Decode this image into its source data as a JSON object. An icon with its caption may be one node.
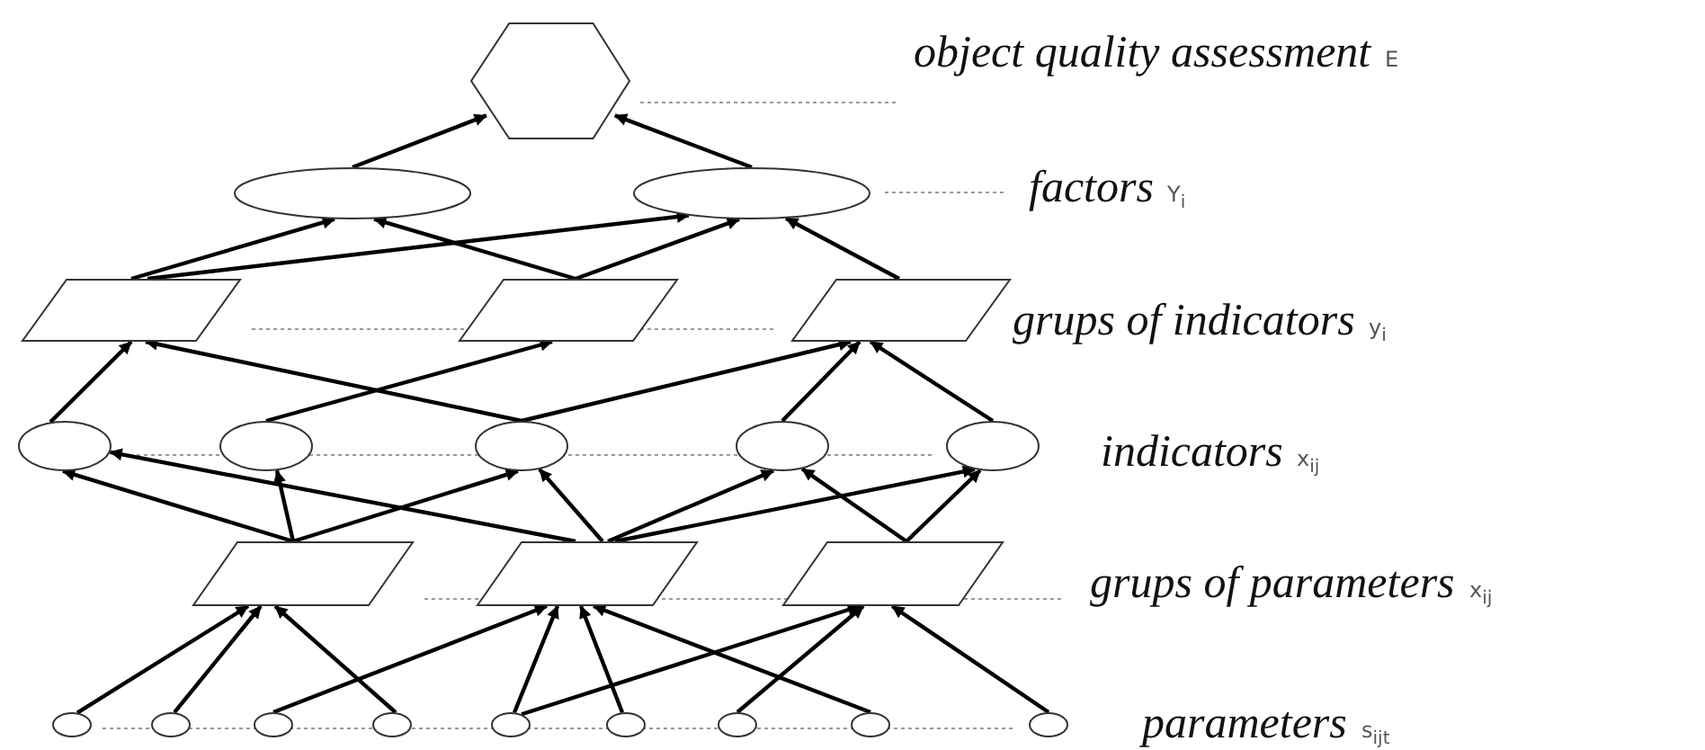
{
  "diagram": {
    "nodes": [
      {
        "text": [],
        "shape": "hexagon"
      },
      {
        "text": [],
        "shape": "ellipse"
      },
      {
        "text": [],
        "shape": "ellipse"
      },
      {
        "text": [],
        "shape": "parallelogram"
      },
      {
        "text": [],
        "shape": "parallelogram"
      },
      {
        "text": [],
        "shape": "parallelogram"
      },
      {
        "text": [],
        "shape": "ellipse"
      },
      {
        "text": [],
        "shape": "ellipse"
      },
      {
        "text": [],
        "shape": "ellipse"
      },
      {
        "text": [],
        "shape": "ellipse"
      },
      {
        "text": [],
        "shape": "ellipse"
      },
      {
        "text": [],
        "shape": "parallelogram"
      },
      {
        "text": [],
        "shape": "parallelogram"
      },
      {
        "text": [],
        "shape": "parallelogram"
      },
      {
        "text": [],
        "shape": "circle"
      },
      {
        "text": [],
        "shape": "circle"
      },
      {
        "text": [],
        "shape": "circle"
      },
      {
        "text": [],
        "shape": "circle"
      },
      {
        "text": [],
        "shape": "circle"
      },
      {
        "text": [],
        "shape": "circle"
      },
      {
        "text": [],
        "shape": "circle"
      },
      {
        "text": [],
        "shape": "circle"
      },
      {
        "text": [],
        "shape": "circle"
      }
    ],
    "edges": [
      {
        "from": 1,
        "to": 0,
        "arrow": "to"
      },
      {
        "from": 2,
        "to": 0,
        "arrow": "to"
      },
      {
        "from": 3,
        "to": 1,
        "arrow": "to"
      },
      {
        "from": 3,
        "to": 2,
        "arrow": "to"
      },
      {
        "from": 4,
        "to": 1,
        "arrow": "to"
      },
      {
        "from": 4,
        "to": 2,
        "arrow": "to"
      },
      {
        "from": 5,
        "to": 2,
        "arrow": "to"
      },
      {
        "from": 6,
        "to": 3,
        "arrow": "to"
      },
      {
        "from": 7,
        "to": 4,
        "arrow": "to"
      },
      {
        "from": 8,
        "to": 3,
        "arrow": "to"
      },
      {
        "from": 8,
        "to": 5,
        "arrow": "to"
      },
      {
        "from": 9,
        "to": 5,
        "arrow": "to"
      },
      {
        "from": 10,
        "to": 5,
        "arrow": "to"
      },
      {
        "from": 11,
        "to": 6,
        "arrow": "to"
      },
      {
        "from": 11,
        "to": 7,
        "arrow": "to"
      },
      {
        "from": 11,
        "to": 8,
        "arrow": "to"
      },
      {
        "from": 12,
        "to": 6,
        "arrow": "to"
      },
      {
        "from": 12,
        "to": 8,
        "arrow": "to"
      },
      {
        "from": 12,
        "to": 9,
        "arrow": "to"
      },
      {
        "from": 12,
        "to": 10,
        "arrow": "to"
      },
      {
        "from": 13,
        "to": 9,
        "arrow": "to"
      },
      {
        "from": 13,
        "to": 10,
        "arrow": "to"
      },
      {
        "from": 14,
        "to": 11,
        "arrow": "to"
      },
      {
        "from": 15,
        "to": 11,
        "arrow": "to"
      },
      {
        "from": 16,
        "to": 12,
        "arrow": "to"
      },
      {
        "from": 17,
        "to": 11,
        "arrow": "to"
      },
      {
        "from": 18,
        "to": 12,
        "arrow": "to"
      },
      {
        "from": 18,
        "to": 13,
        "arrow": "to"
      },
      {
        "from": 19,
        "to": 12,
        "arrow": "to"
      },
      {
        "from": 20,
        "to": 13,
        "arrow": "to"
      },
      {
        "from": 21,
        "to": 12,
        "arrow": "to"
      },
      {
        "from": 22,
        "to": 13,
        "arrow": "to"
      }
    ],
    "labels": [
      "object quality assessment",
      "E",
      "factors",
      "Y$_{i}$",
      "grups of indicators",
      "y$_{i}$",
      "indicators",
      "x$_{ij}$",
      "grups of parameters",
      "x$_{ij}$",
      "parameters",
      "s$_{ijt}$"
    ]
  }
}
